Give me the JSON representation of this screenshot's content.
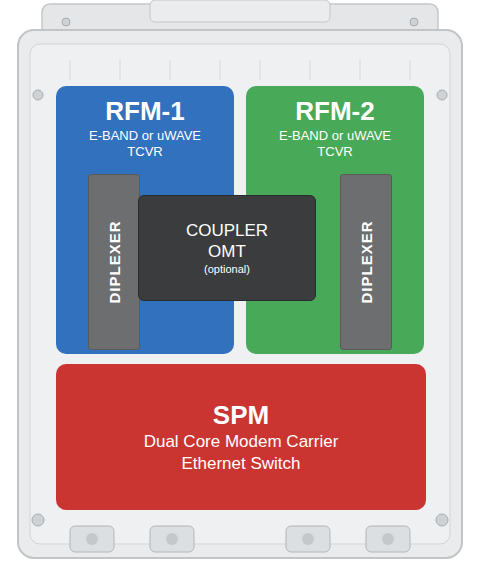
{
  "diagram": {
    "nodes": [
      {
        "text": [
          "RFM-1",
          "E-BAND or uWAVE TCVR"
        ]
      },
      {
        "text": [
          "DIPLEXER"
        ],
        "in": 0
      },
      {
        "text": [
          "RFM-2",
          "E-BAND or uWAVE TCVR"
        ]
      },
      {
        "text": [
          "DIPLEXER"
        ],
        "in": 2
      },
      {
        "text": [
          "COUPLER OMT",
          "(optional)"
        ]
      },
      {
        "text": [
          "SPM",
          "Dual Core Modem Carrier Ethernet Switch"
        ]
      }
    ]
  }
}
